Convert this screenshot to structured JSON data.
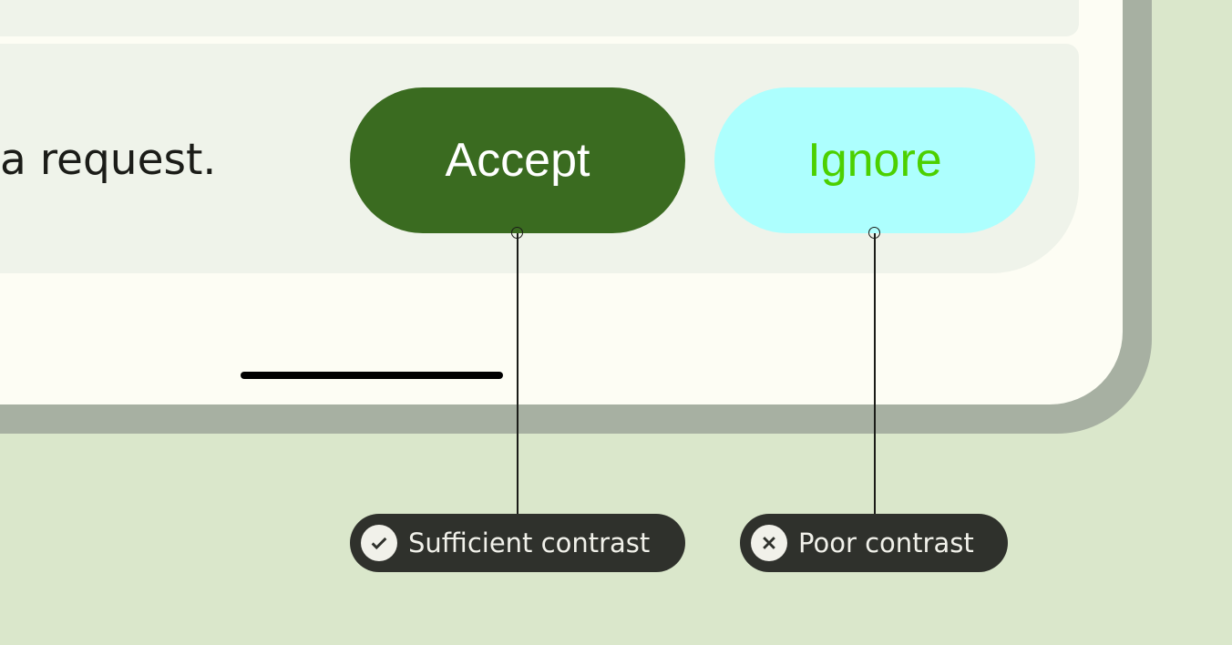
{
  "message": "a request.",
  "buttons": {
    "accept": "Accept",
    "ignore": "Ignore"
  },
  "annotations": [
    {
      "label": "Sufficient contrast",
      "icon": "check-circle-icon"
    },
    {
      "label": "Poor contrast",
      "icon": "x-circle-icon"
    }
  ],
  "colors": {
    "accept_bg": "#3a6b20",
    "accept_text": "#ffffff",
    "ignore_bg": "#adfffe",
    "ignore_text": "#4cd000",
    "background": "#dae7cb"
  }
}
